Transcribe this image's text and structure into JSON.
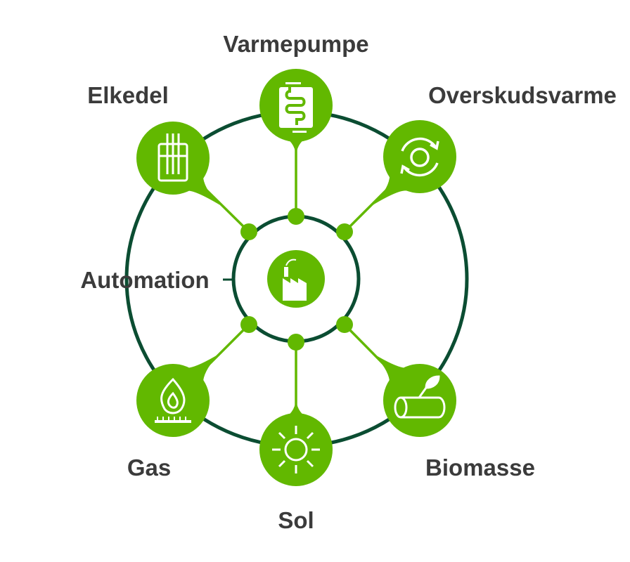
{
  "title": "Automation",
  "colors": {
    "accent": "#62b800",
    "ring": "#0b4d32",
    "text": "#3b3b3b"
  },
  "center": {
    "label": "Automation",
    "icon": "factory-icon"
  },
  "nodes": [
    {
      "label": "Varmepumpe",
      "icon": "heat-pump-coil-icon"
    },
    {
      "label": "Overskudsvarme",
      "icon": "recycle-arrows-icon"
    },
    {
      "label": "Elkedel",
      "icon": "electric-boiler-icon"
    },
    {
      "label": "Gas",
      "icon": "gas-flame-icon"
    },
    {
      "label": "Sol",
      "icon": "sun-icon"
    },
    {
      "label": "Biomasse",
      "icon": "log-sprout-icon"
    }
  ]
}
